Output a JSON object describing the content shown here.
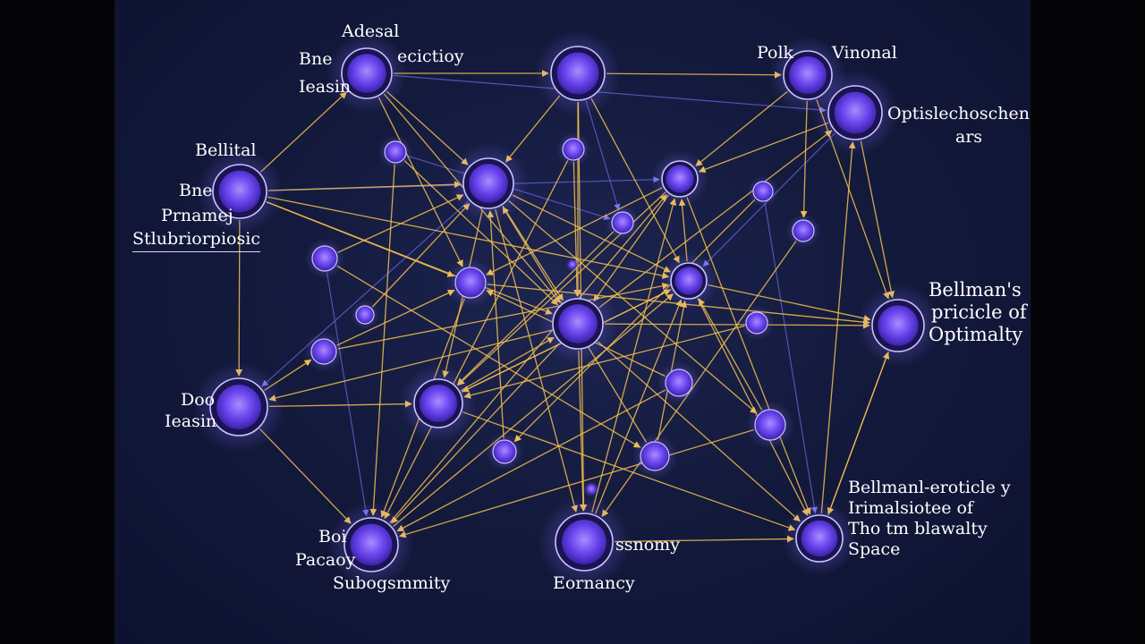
{
  "colors": {
    "edge": "#f2c14e",
    "edge_dim": "#6f68e8",
    "node_core": "#7a5cff",
    "node_ring": "#c9c3ff"
  },
  "labels": {
    "top_left": {
      "line1": "Adesal",
      "line2": "Bne",
      "line3": "Ieasin",
      "line4": "ecictioy"
    },
    "top_right": {
      "line1": "Polk",
      "line2": "Vinonal",
      "line3": "Optislechoschens",
      "line4": "ars"
    },
    "left_upper": {
      "line1": "Bellital",
      "line2": "Bne",
      "line3": "Prnamej",
      "line4": "Stlubriorpiosic"
    },
    "left_lower": {
      "line1": "Doo",
      "line2": "Ieasin"
    },
    "right_mid": {
      "line1": "Bellman's",
      "line2": "pricicle of",
      "line3": "Optimalty"
    },
    "right_lower": {
      "line1": "Bellmanl-eroticle y",
      "line2": "Irimalsiotee of",
      "line3": "Tho tm blawalty",
      "line4": "Space"
    },
    "bottom_left": {
      "line1": "Boi",
      "line2": "Pacaoy",
      "line3": "Subogsmmity"
    },
    "bottom_mid": {
      "line1": "Eornancy",
      "line2": "ssnomy"
    }
  }
}
